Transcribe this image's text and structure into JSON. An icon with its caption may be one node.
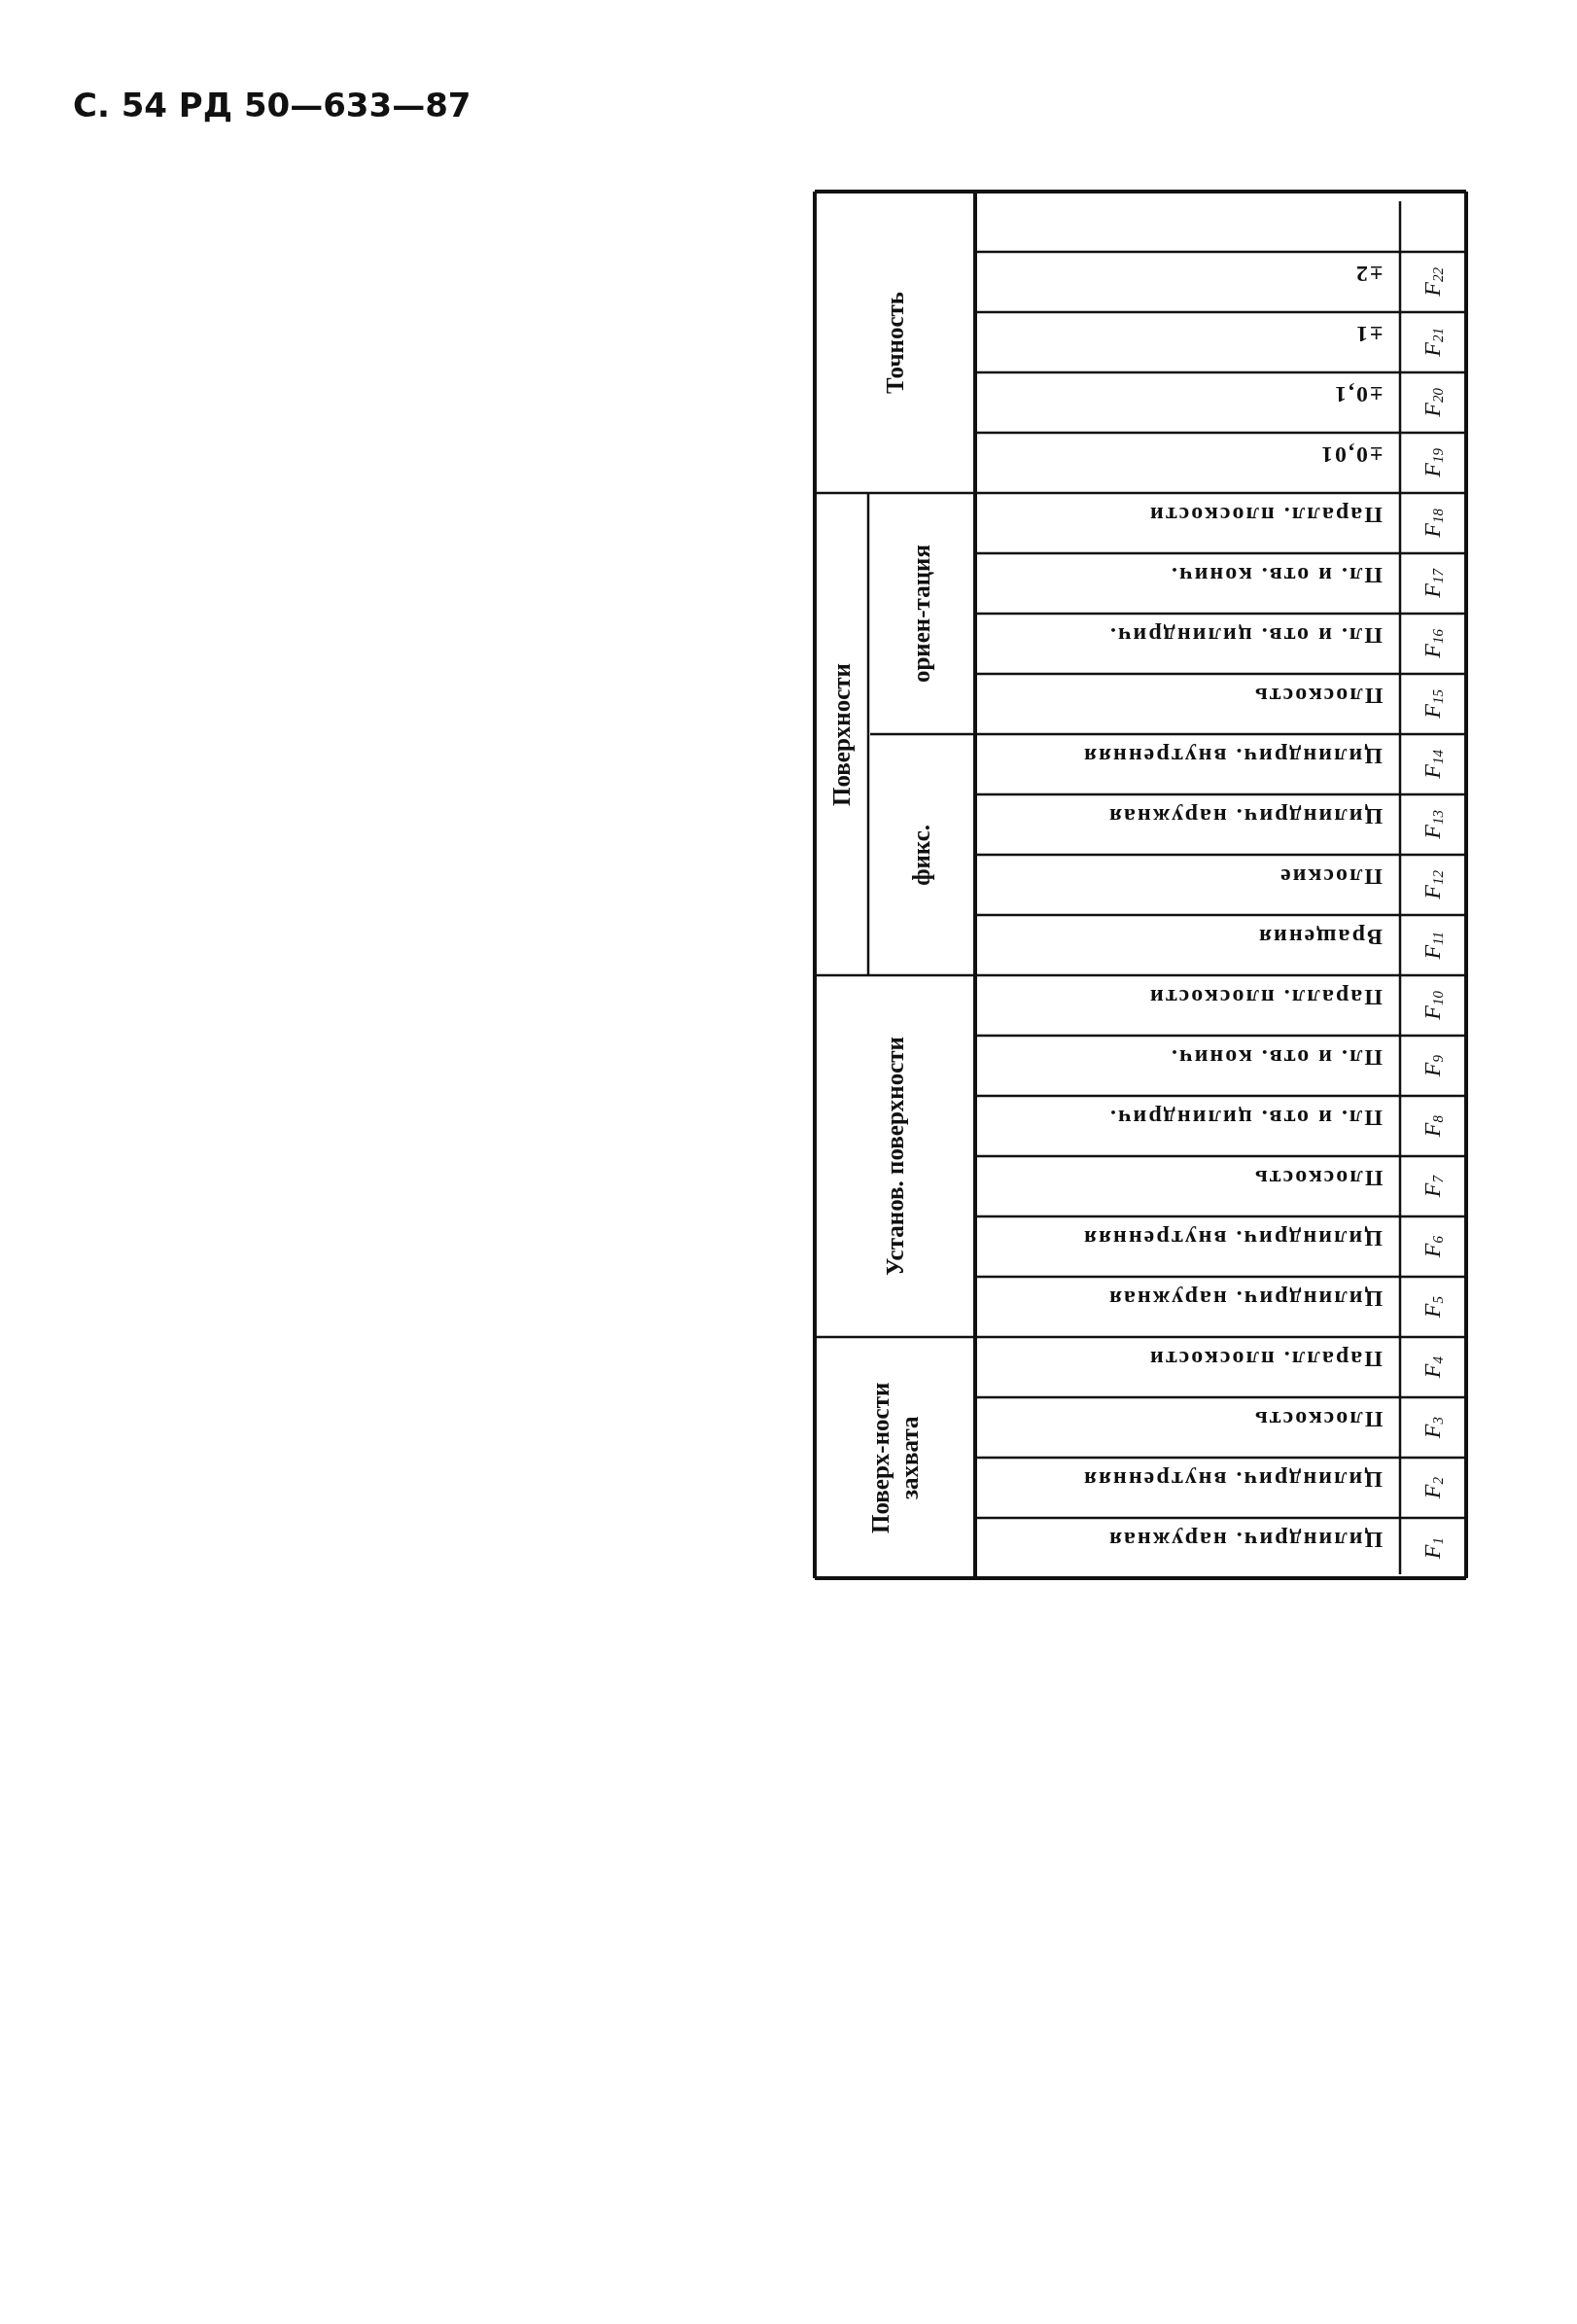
{
  "diagram": {
    "title": "С. 54 РД 50—633—87",
    "labels": [
      "Точность",
      "Поверхности",
      "ориен-тация",
      "фикс.",
      "Установ. поверхности",
      "Поверх-ности захвата",
      "±2",
      "F$_{22}$",
      "±1",
      "F$_{21}$",
      "±0,1",
      "F$_{20}$",
      "±0,01",
      "F$_{19}$",
      "Паралл. плоскости",
      "F$_{18}$",
      "Пл. и отв. конич.",
      "F$_{17}$",
      "Пл. и отв. цилиндрич.",
      "F$_{16}$",
      "Плоскость",
      "F$_{15}$",
      "Цилиндрич. внутренняя",
      "F$_{14}$",
      "Цилиндрич. наружная",
      "F$_{13}$",
      "Плоские",
      "F$_{12}$",
      "Вращения",
      "F$_{11}$",
      "Паралл. плоскости",
      "F$_{10}$",
      "Пл. и отв. конич.",
      "F$_{9}$",
      "Пл. и отв. цилиндрич.",
      "F$_{8}$",
      "Плоскость",
      "F$_{7}$",
      "Цилиндрич. внутренняя",
      "F$_{6}$",
      "Цилиндрич. наружная",
      "F$_{5}$",
      "Паралл. плоскости",
      "F$_{4}$",
      "Плоскость",
      "F$_{3}$",
      "Цилиндрич. внутренняя",
      "F$_{2}$",
      "Цилиндрич. наружная",
      "F$_{1}$"
    ]
  }
}
